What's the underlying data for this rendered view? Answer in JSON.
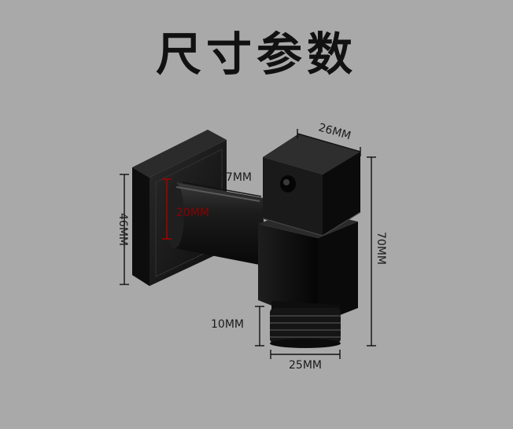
{
  "title": "尺寸参数",
  "dimensions": {
    "top_width": "26MM",
    "pipe_length": "47MM",
    "pipe_diameter": "20MM",
    "plate_height": "46MM",
    "total_height": "70MM",
    "thread_height": "10MM",
    "thread_width": "25MM"
  },
  "colors": {
    "background": "#a9a9a9",
    "product": "#161616",
    "highlight_dimension": "#8b0000"
  }
}
